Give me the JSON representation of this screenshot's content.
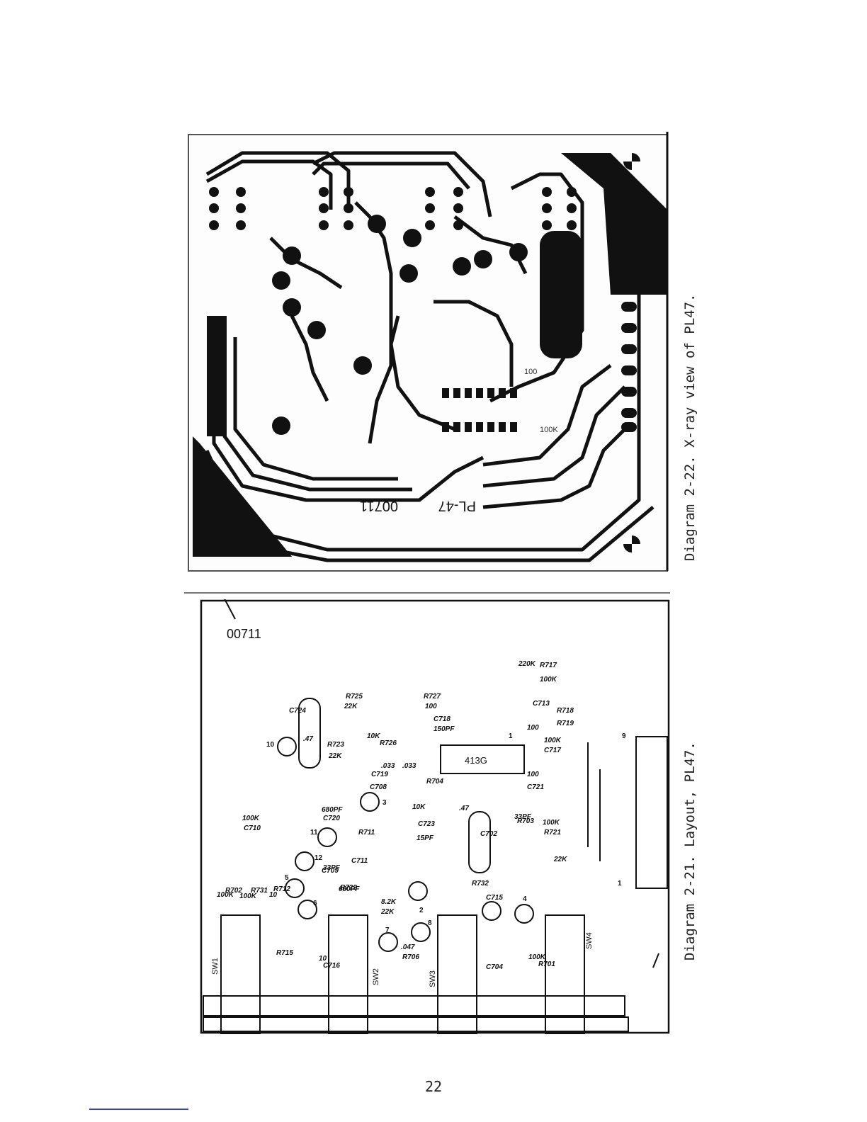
{
  "page_number": "22",
  "xray_diagram": {
    "caption": "Diagram 2-22.  X-ray view of PL47.",
    "board_text_model": "PL-47",
    "board_text_serial": "00711",
    "board_text_100": "100",
    "board_text_100k": "100K"
  },
  "layout_diagram": {
    "caption": "Diagram 2-21.  Layout, PL47.",
    "serial_label": "00711",
    "ic_label": "413G",
    "switch_labels": [
      "SW1",
      "SW2",
      "SW3",
      "SW4"
    ],
    "pin_numbers": [
      "1",
      "9",
      "1",
      "10",
      "11",
      "12",
      "5",
      "6",
      "7",
      "2",
      "3",
      "8",
      "4"
    ],
    "component_labels": [
      "R725",
      "22K",
      "R727",
      "100",
      "C724",
      ".47",
      "R723",
      "22K",
      "R726",
      "10K",
      "C718",
      "150PF",
      "R717",
      "220K",
      "100K",
      "C713",
      "R718",
      "100",
      "R719",
      "100K",
      "C717",
      ".033",
      "C719",
      ".033",
      "C708",
      "R704",
      "100",
      "C721",
      "680PF",
      "C720",
      "R711",
      "10K",
      "C723",
      ".47",
      "C702",
      "R703",
      "100K",
      "R721",
      "100K",
      "C710",
      "C711",
      "C709",
      "R722",
      "100K",
      "R702",
      "100K",
      "R731",
      "10",
      "R712",
      "8.2K",
      "22K",
      "R732",
      "C715",
      "C704",
      "R715",
      "10",
      "C716",
      ".047",
      "R706",
      "100K",
      "R701",
      "22K",
      "15PF",
      "33PF",
      "680PF",
      "33PF"
    ]
  }
}
